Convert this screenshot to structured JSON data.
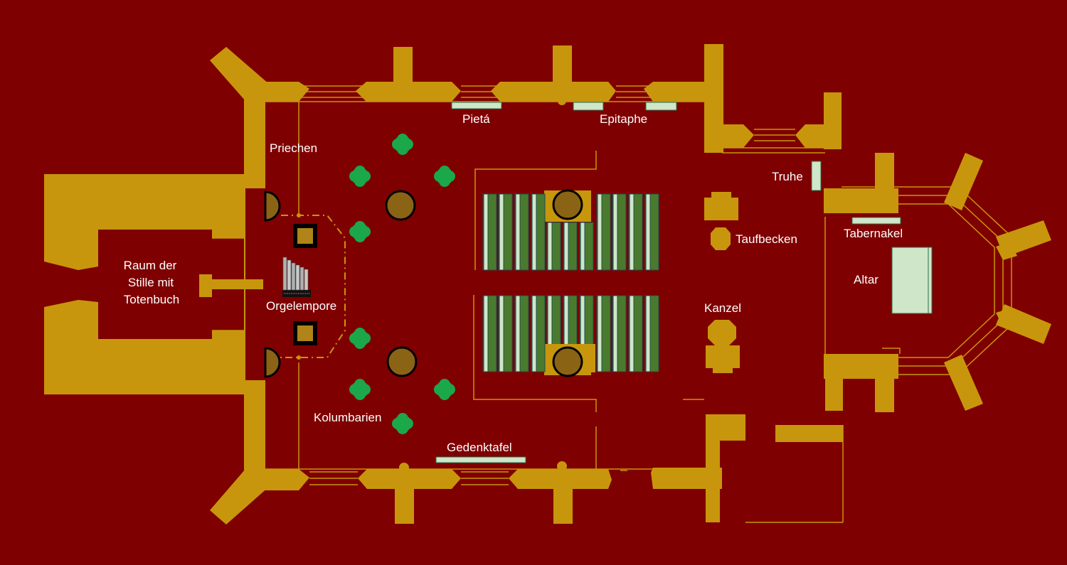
{
  "colors": {
    "background": "#7f0000",
    "walls": "#c8960c",
    "pews_dark": "#4a7a2e",
    "pews_light": "#cfe6c8",
    "columbaria": "#1aa84a",
    "plaques": "#cfe6c8"
  },
  "labels": {
    "priechen": "Priechen",
    "pieta": "Pietá",
    "epitaphe": "Epitaphe",
    "truhe": "Truhe",
    "tabernakel": "Tabernakel",
    "altar": "Altar",
    "taufbecken": "Taufbecken",
    "kanzel": "Kanzel",
    "raum_line1": "Raum der",
    "raum_line2": "Stille mit",
    "raum_line3": "Totenbuch",
    "orgelempore": "Orgelempore",
    "kolumbarien": "Kolumbarien",
    "gedenktafel": "Gedenktafel"
  },
  "icons": {
    "organ": "organ-pipes-icon",
    "columbarium": "green-cross-cluster-icon",
    "pillar": "round-pillar-icon"
  }
}
